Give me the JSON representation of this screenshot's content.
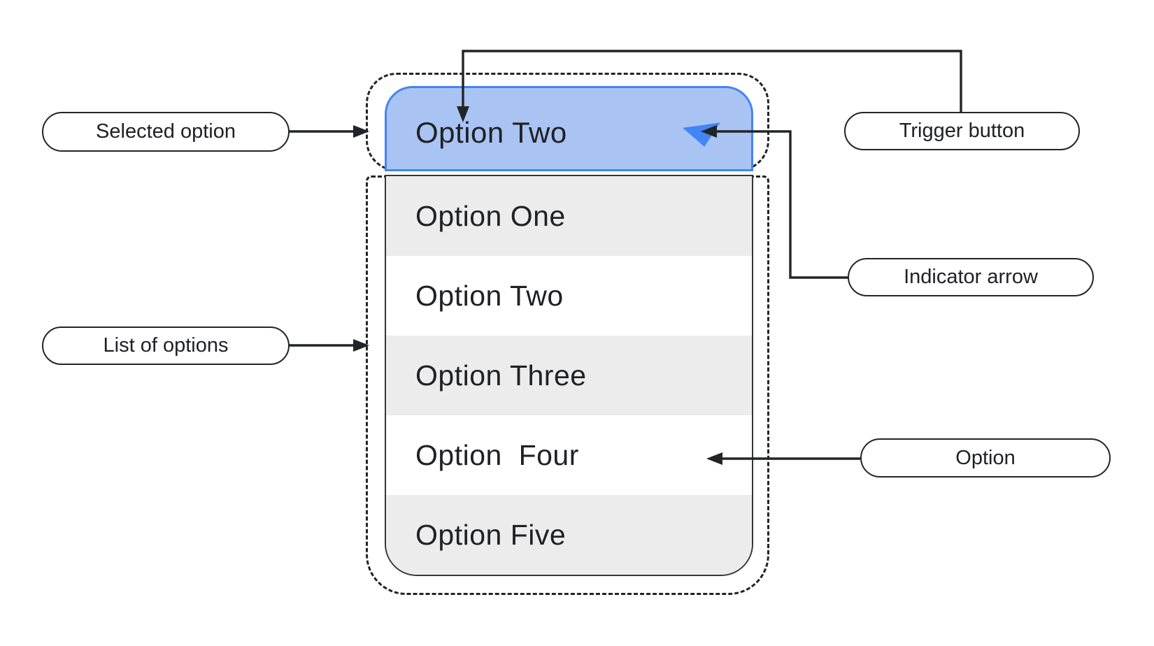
{
  "diagram": {
    "description": "Dropdown menu anatomy diagram"
  },
  "callouts": {
    "selected_option": "Selected option",
    "trigger_button": "Trigger button",
    "indicator_arrow": "Indicator arrow",
    "list_of_options": "List of options",
    "option": "Option"
  },
  "dropdown": {
    "trigger": {
      "selected_option": "Option Two"
    },
    "list": {
      "options": [
        "Option One",
        "Option Two",
        "Option Three",
        "Option  Four",
        "Option Five"
      ]
    }
  },
  "icons": {
    "indicator_arrow_icon": "triangle-down"
  },
  "colors": {
    "accent_blue": "#4285F4",
    "header_fill": "#A9C3F3",
    "row_alt_gray": "#ECECEC",
    "line_dark": "#222427",
    "text_dark": "#202124"
  }
}
